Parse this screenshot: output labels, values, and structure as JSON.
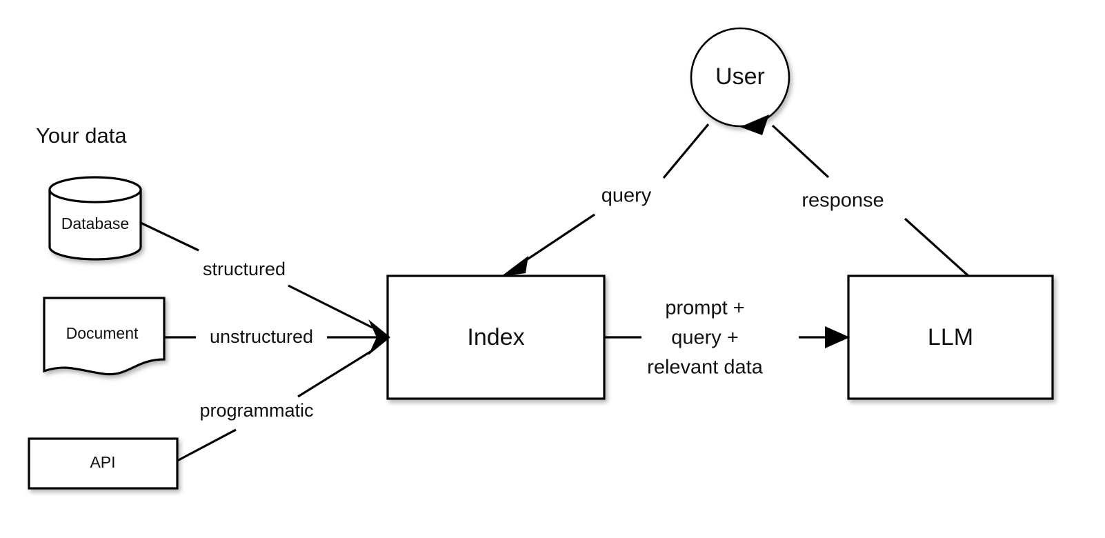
{
  "diagram": {
    "title": "Your data",
    "background_color": "#ffffff",
    "stroke_color": "#000000",
    "text_color": "#111111",
    "sections": {
      "data_sources_heading": "Your data"
    },
    "nodes": [
      {
        "id": "database",
        "label": "Database",
        "shape": "cylinder"
      },
      {
        "id": "document",
        "label": "Document",
        "shape": "document"
      },
      {
        "id": "api",
        "label": "API",
        "shape": "rectangle"
      },
      {
        "id": "index",
        "label": "Index",
        "shape": "rectangle"
      },
      {
        "id": "llm",
        "label": "LLM",
        "shape": "rectangle"
      },
      {
        "id": "user",
        "label": "User",
        "shape": "circle"
      }
    ],
    "edges": [
      {
        "id": "db-to-index",
        "from": "database",
        "to": "index",
        "label": "structured",
        "arrow": true
      },
      {
        "id": "doc-to-index",
        "from": "document",
        "to": "index",
        "label": "unstructured",
        "arrow": true
      },
      {
        "id": "api-to-index",
        "from": "api",
        "to": "index",
        "label": "programmatic",
        "arrow": true
      },
      {
        "id": "user-to-index",
        "from": "user",
        "to": "index",
        "label": "query",
        "arrow": true
      },
      {
        "id": "index-to-llm",
        "from": "index",
        "to": "llm",
        "label": "prompt + query + relevant data",
        "arrow": true
      },
      {
        "id": "llm-to-user",
        "from": "llm",
        "to": "user",
        "label": "response",
        "arrow": true
      }
    ],
    "edge_labels": {
      "structured": "structured",
      "unstructured": "unstructured",
      "programmatic": "programmatic",
      "query": "query",
      "response": "response",
      "prompt_line1": "prompt +",
      "prompt_line2": "query +",
      "prompt_line3": "relevant data"
    }
  }
}
